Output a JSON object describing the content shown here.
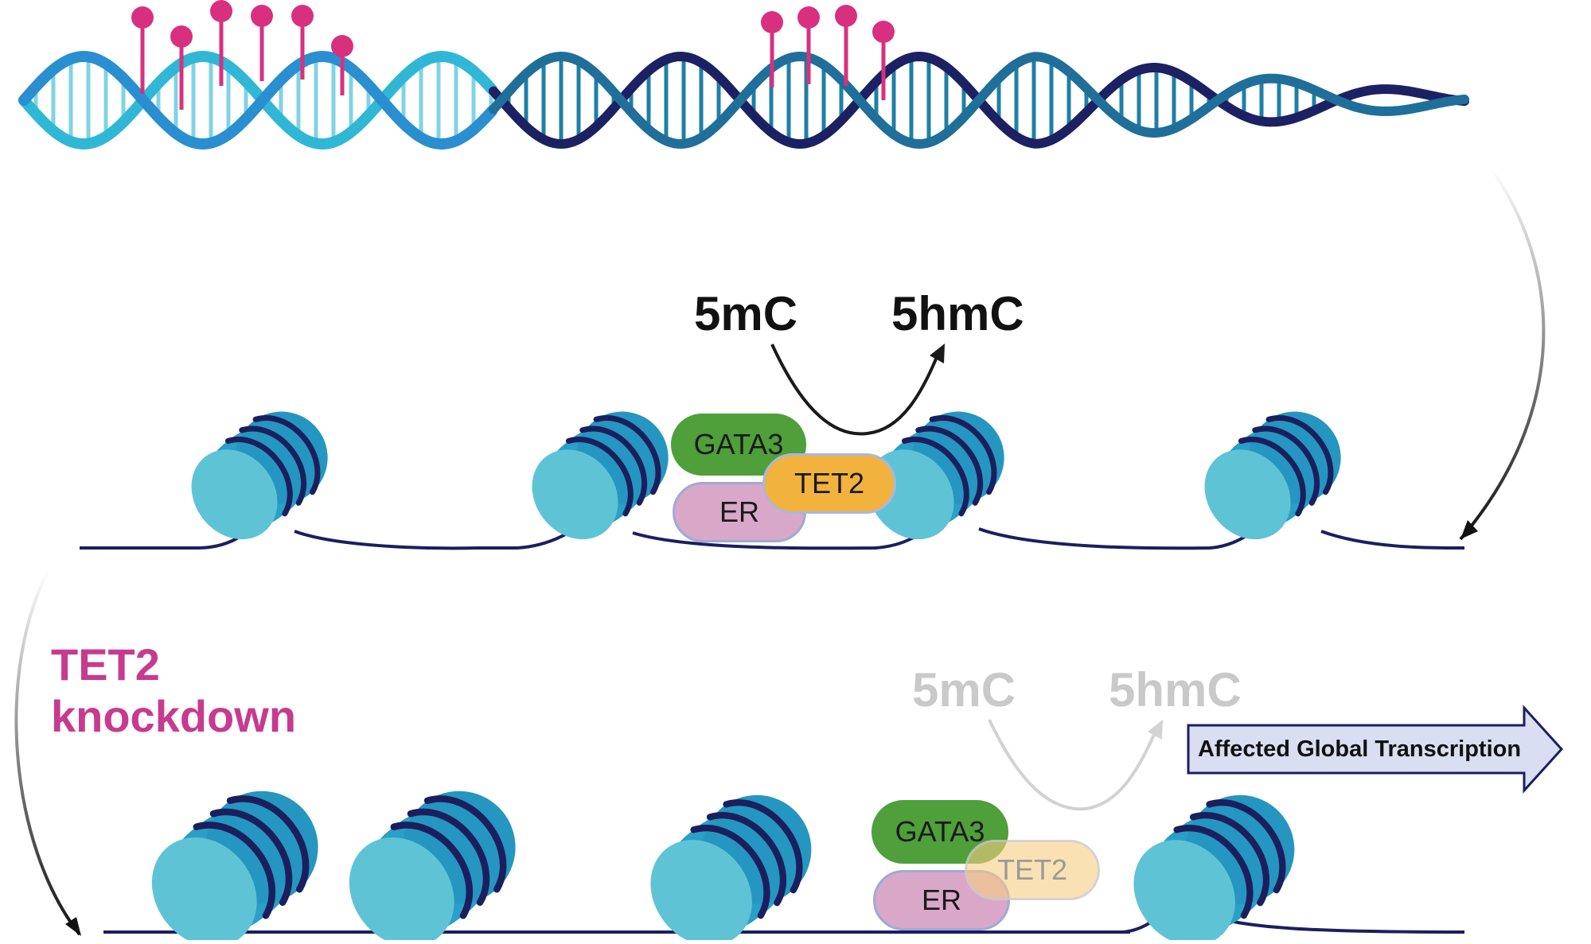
{
  "top_reaction": {
    "from": "5mC",
    "to": "5hmC"
  },
  "bottom_reaction": {
    "from": "5mC",
    "to": "5hmC"
  },
  "complex_top": {
    "gata": "GATA3",
    "tet": "TET2",
    "er": "ER"
  },
  "complex_bottom": {
    "gata": "GATA3",
    "tet": "TET2",
    "er": "ER"
  },
  "knockdown": {
    "line1": "TET2",
    "line2": "knockdown"
  },
  "outcome": {
    "label": "Affected Global Transcription"
  },
  "colors": {
    "helix_light": "#2fb9d8",
    "helix_dark": "#1b2163",
    "methyl": "#d8307f",
    "nucleosome": "#31a4c9",
    "nucleosome_top": "#5cc3d6",
    "dna_strand": "#1b1f5e",
    "knockdown": "#c63b8f",
    "arrow_fill": "#d9def2"
  }
}
